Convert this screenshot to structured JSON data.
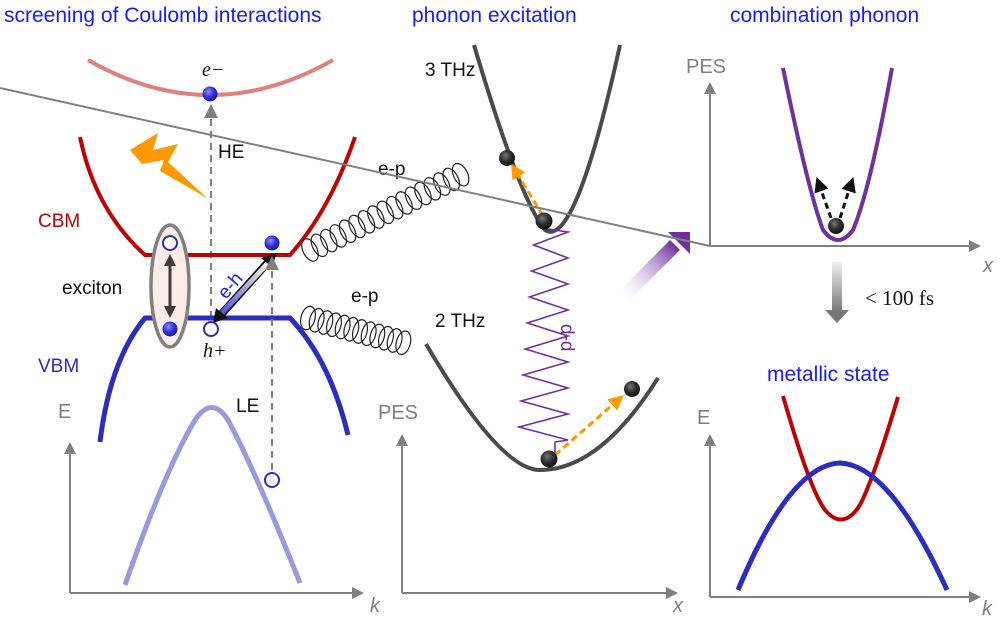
{
  "panels": {
    "coulomb": {
      "title": "screening of Coulomb interactions",
      "labels": {
        "electron": "e−",
        "hole": "h+",
        "he": "HE",
        "le": "LE",
        "cbm": "CBM",
        "vbm": "VBM",
        "exciton": "exciton",
        "eh": "e-h",
        "ep_upper": "e-p",
        "ep_lower": "e-p"
      },
      "axes": {
        "y": "E",
        "x": "k"
      }
    },
    "phonon": {
      "title": "phonon excitation",
      "labels": {
        "upper_freq": "3 THz",
        "lower_freq": "2 THz",
        "coupling": "d-d"
      },
      "axes": {
        "y": "PES",
        "x": "x"
      }
    },
    "combination": {
      "title": "combination phonon",
      "axes": {
        "y": "PES",
        "x": "x"
      }
    },
    "transition": {
      "time_label": "< 100 fs"
    },
    "metallic": {
      "title": "metallic state",
      "axes": {
        "y": "E",
        "x": "k"
      }
    }
  },
  "colors": {
    "title_blue": "#1a1aff",
    "cbm_red": "#c00000",
    "vbm_blue": "#2c2cc0",
    "high_band_pink": "#e08080",
    "low_band_lavender": "#9999dd",
    "pes_gray": "#4a4a4a",
    "purple": "#7030a0",
    "orange": "#ff9900",
    "axis_gray": "#7f7f7f"
  }
}
